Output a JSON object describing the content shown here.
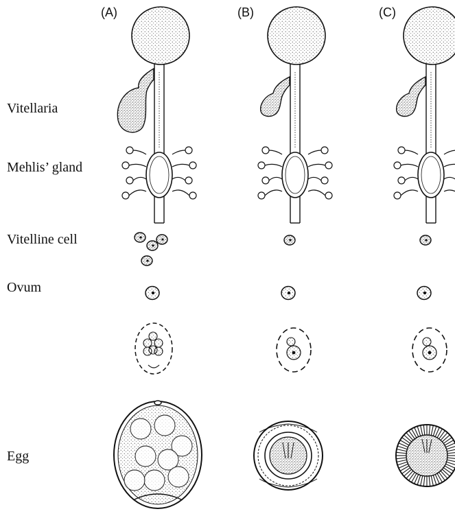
{
  "row_labels": {
    "vitellaria": "Vitellaria",
    "mehlis_gland": "Mehlis’ gland",
    "vitelline_cell": "Vitelline cell",
    "ovum": "Ovum",
    "egg": "Egg"
  },
  "columns": [
    {
      "label": "(A)",
      "vitelline_cells": 4,
      "egg_type": "operculate"
    },
    {
      "label": "(B)",
      "vitelline_cells": 1,
      "egg_type": "taeniid-like"
    },
    {
      "label": "(C)",
      "vitelline_cells": 1,
      "egg_type": "striated-embryophore"
    }
  ],
  "colors": {
    "ink": "#111111",
    "stipple": "#222222",
    "background": "#ffffff"
  }
}
